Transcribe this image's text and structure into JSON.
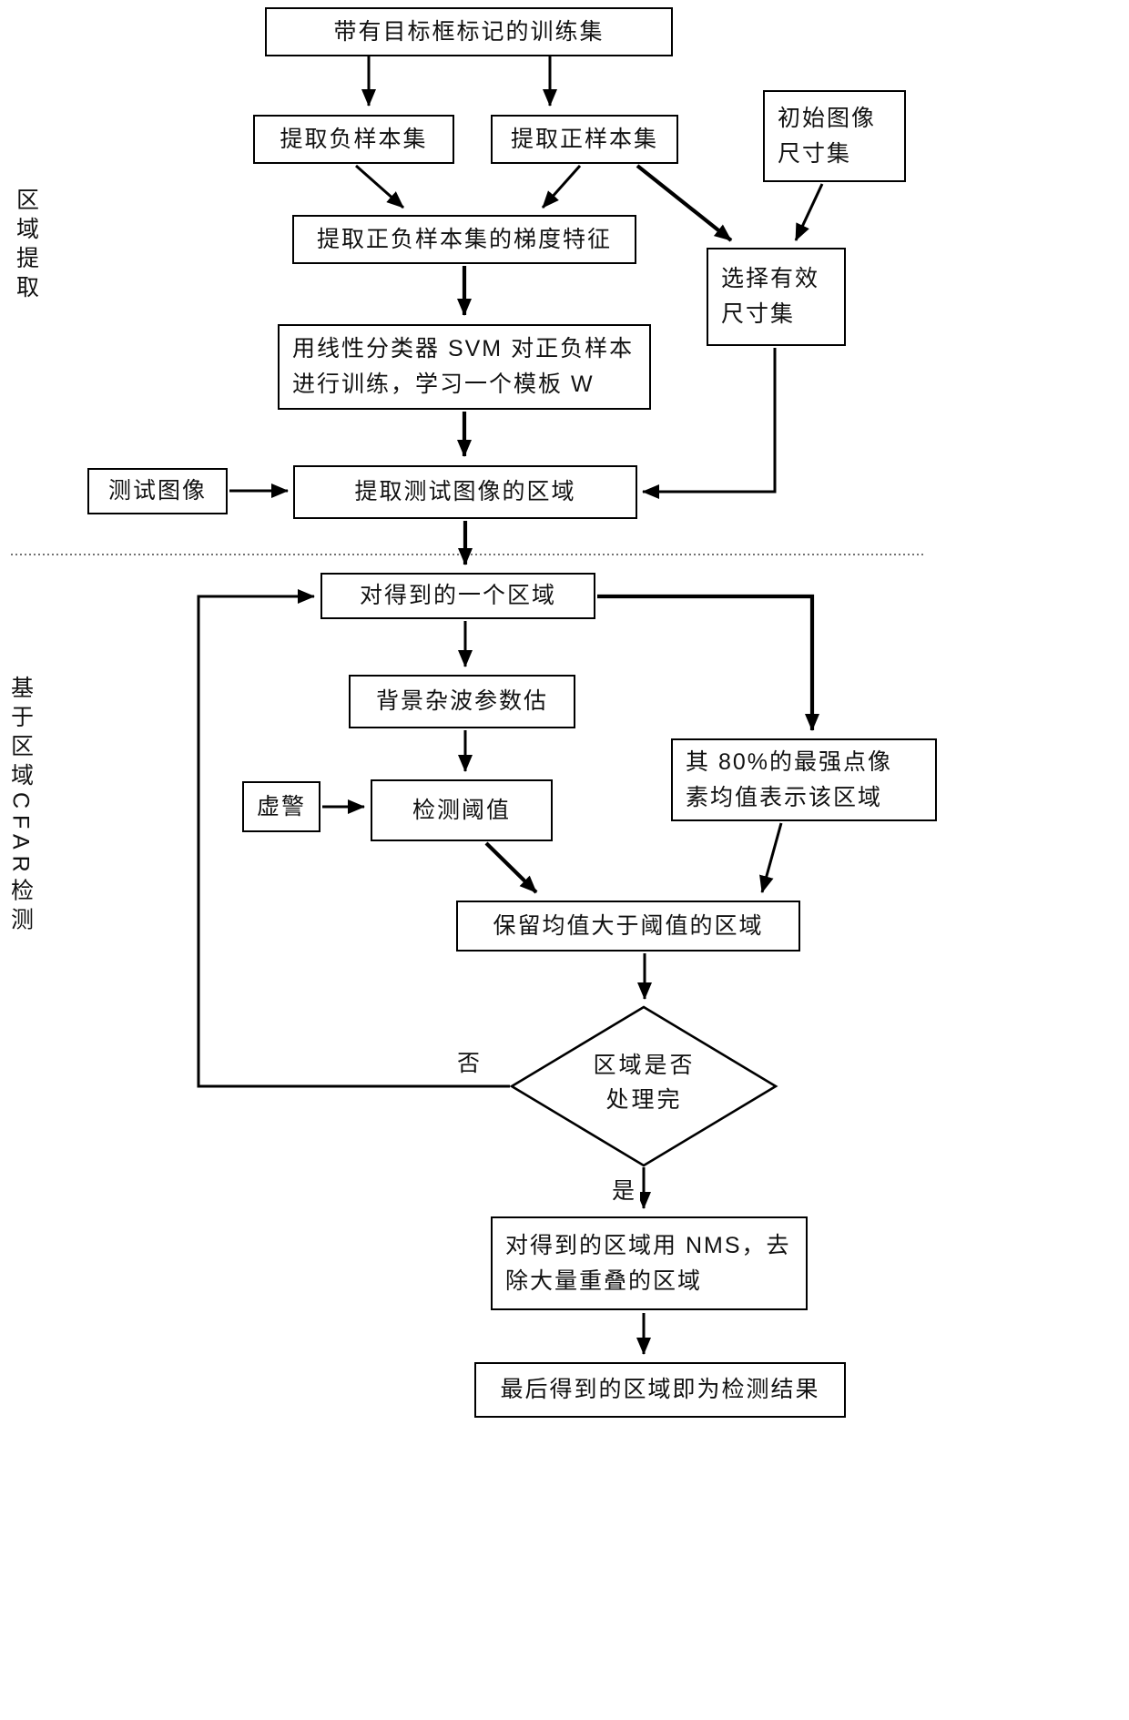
{
  "side_labels": {
    "region_extraction": "区域提取",
    "cfar_detection": "基于区域CFAR检测"
  },
  "nodes": {
    "training_set": {
      "label": "带有目标框标记的训练集"
    },
    "neg_samples": {
      "label": "提取负样本集"
    },
    "pos_samples": {
      "label": "提取正样本集"
    },
    "initial_sizes": {
      "line1": "初始图像",
      "line2": "尺寸集"
    },
    "gradient_features": {
      "label": "提取正负样本集的梯度特征"
    },
    "select_sizes": {
      "line1": "选择有效",
      "line2": "尺寸集"
    },
    "svm_training": {
      "line1": "用线性分类器 SVM 对正负样本",
      "line2": "进行训练，学习一个模板 W"
    },
    "test_image": {
      "label": "测试图像"
    },
    "extract_test_regions": {
      "label": "提取测试图像的区域"
    },
    "one_region": {
      "label": "对得到的一个区域"
    },
    "clutter_estimation": {
      "label": "背景杂波参数估"
    },
    "false_alarm": {
      "label": "虚警"
    },
    "detection_threshold": {
      "label": "检测阈值"
    },
    "strongest_pixels": {
      "line1": "其 80%的最强点像",
      "line2": "素均值表示该区域"
    },
    "keep_regions": {
      "label": "保留均值大于阈值的区域"
    },
    "decision": {
      "line1": "区域是否",
      "line2": "处理完"
    },
    "nms": {
      "line1": "对得到的区域用 NMS，去",
      "line2": "除大量重叠的区域"
    },
    "final_result": {
      "label": "最后得到的区域即为检测结果"
    }
  },
  "edge_labels": {
    "no": "否",
    "yes": "是"
  }
}
